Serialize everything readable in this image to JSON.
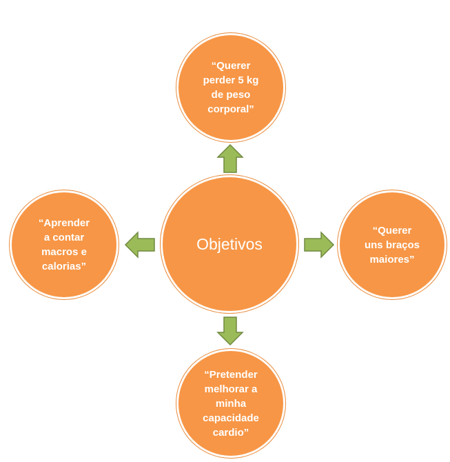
{
  "diagram": {
    "center": {
      "label": "Objetivos"
    },
    "nodes": {
      "top": {
        "label": "“Querer\nperder 5 kg\nde peso\ncorporal”"
      },
      "left": {
        "label": "“Aprender\na contar\nmacros e\ncalorias”"
      },
      "right": {
        "label": "“Querer\nuns braços\nmaiores”"
      },
      "bottom": {
        "label": "“Pretender\nmelhorar a\nminha\ncapacidade\ncardio”"
      }
    },
    "colors": {
      "circle_fill": "#f79646",
      "circle_text": "#ffffff",
      "arrow_fill": "#9bbb59",
      "arrow_stroke": "#71893f"
    }
  }
}
